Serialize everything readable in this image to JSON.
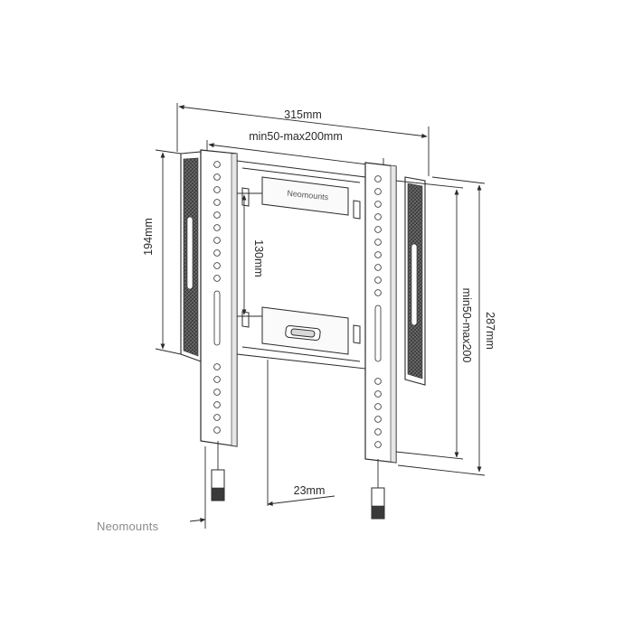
{
  "dimensions": {
    "overall_width": "315mm",
    "vesa_width": "min50-max200mm",
    "pad_height": "194mm",
    "vesa_height_inner": "130mm",
    "vesa_height": "min50-max200",
    "overall_height": "287mm",
    "wall_depth": "23mm"
  },
  "bracket_brand": "Neomounts",
  "footer_brand": "Neomounts",
  "colors": {
    "line": "#2b2b2b",
    "pad_fill": "#4a4a4a",
    "accent_gray": "#8a8a8a"
  }
}
